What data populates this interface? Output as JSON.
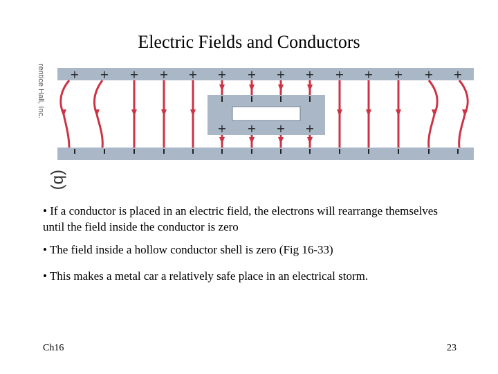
{
  "slide": {
    "title": "Electric Fields and Conductors",
    "figure": {
      "credit": "rentice Hall, Inc.",
      "panel_label": "(b)"
    },
    "bullets": [
      "• If a conductor is placed in an electric field, the electrons will rearrange themselves until the field inside the conductor is zero",
      "• The field inside a hollow conductor shell is zero (Fig 16-33)",
      "• This makes a metal car a relatively safe place in an electrical storm."
    ],
    "footer": {
      "left": "Ch16",
      "right": "23"
    }
  },
  "colors": {
    "plate": "#a9b7c6",
    "field_line": "#cc3344",
    "charge": "#222222"
  }
}
